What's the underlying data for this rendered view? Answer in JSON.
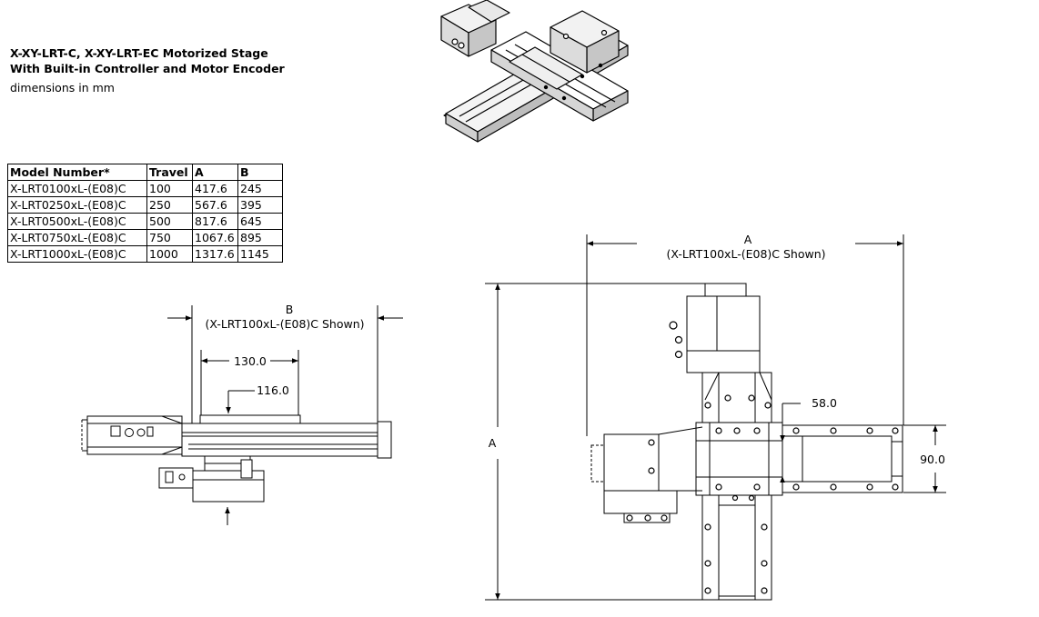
{
  "header": {
    "title": "X-XY-LRT-C, X-XY-LRT-EC  Motorized Stage",
    "subtitle": "With Built-in Controller and Motor Encoder",
    "units": "dimensions in mm"
  },
  "spec_table": {
    "columns": [
      "Model Number*",
      "Travel",
      "A",
      "B"
    ],
    "rows": [
      [
        "X-LRT0100xL-(E08)C",
        "100",
        "417.6",
        "245"
      ],
      [
        "X-LRT0250xL-(E08)C",
        "250",
        "567.6",
        "395"
      ],
      [
        "X-LRT0500xL-(E08)C",
        "500",
        "817.6",
        "645"
      ],
      [
        "X-LRT0750xL-(E08)C",
        "750",
        "1067.6",
        "895"
      ],
      [
        "X-LRT1000xL-(E08)C",
        "1000",
        "1317.6",
        "1145"
      ]
    ]
  },
  "side_view": {
    "dim_b_label": "B",
    "dim_b_note": "(X-LRT100xL-(E08)C Shown)",
    "dim_130": "130.0",
    "dim_116": "116.0"
  },
  "top_view": {
    "dim_a_label": "A",
    "dim_a_note": "(X-LRT100xL-(E08)C Shown)",
    "dim_a_vertical": "A",
    "dim_58": "58.0",
    "dim_90": "90.0"
  }
}
